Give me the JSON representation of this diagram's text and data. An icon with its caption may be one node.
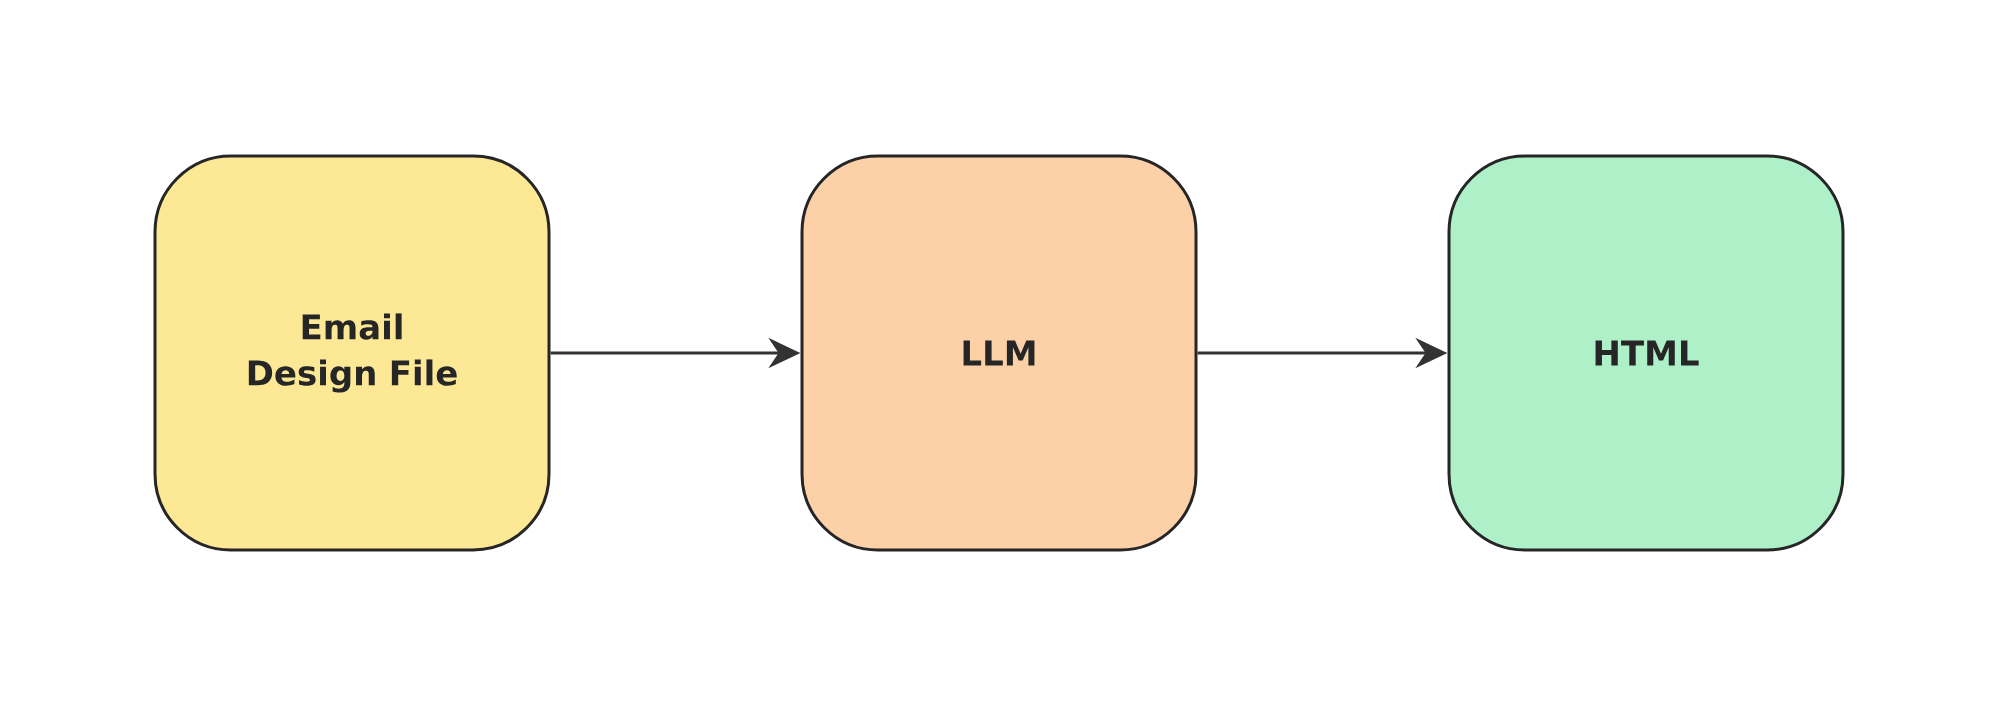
{
  "diagram": {
    "nodes": [
      {
        "text": [
          "Email Design File"
        ]
      },
      {
        "text": [
          "LLM"
        ]
      },
      {
        "text": [
          "HTML"
        ]
      }
    ],
    "edges": [
      {
        "from": 0,
        "to": 1,
        "arrow": "to"
      },
      {
        "from": 1,
        "to": 2,
        "arrow": "to"
      }
    ]
  }
}
